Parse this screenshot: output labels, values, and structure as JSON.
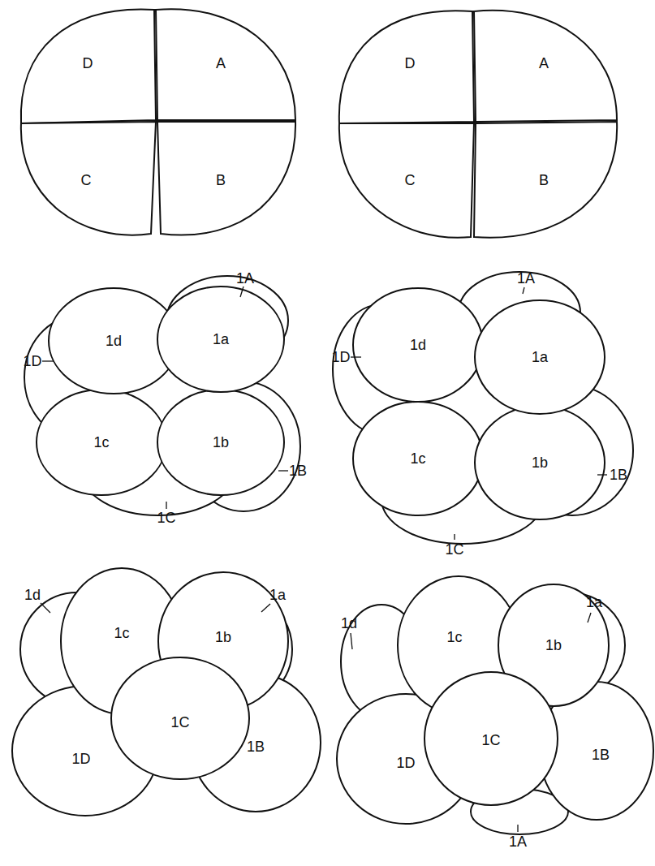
{
  "diagram": {
    "labels": [
      "D",
      "A",
      "C",
      "B",
      "D",
      "A",
      "C",
      "B",
      "1A",
      "1d",
      "1a",
      "1D",
      "1c",
      "1b",
      "1B",
      "1C",
      "1A",
      "1d",
      "1a",
      "1D",
      "1c",
      "1b",
      "1B",
      "1C",
      "1d",
      "1a",
      "1c",
      "1b",
      "1C",
      "1D",
      "1B",
      "1d",
      "1a",
      "1c",
      "1b",
      "1C",
      "1D",
      "1B",
      "1A"
    ]
  }
}
